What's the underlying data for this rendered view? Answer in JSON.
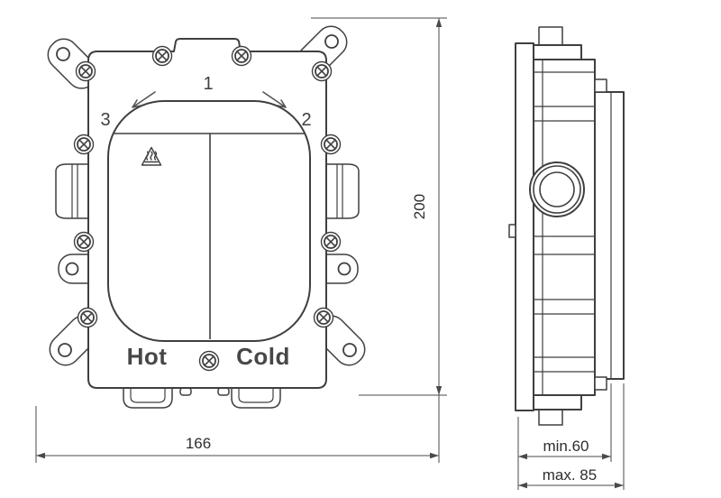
{
  "colors": {
    "line": "#3f3f3f",
    "dimension_line": "#4a4a4a",
    "background": "#ffffff"
  },
  "front_view": {
    "callout_1": "1",
    "callout_2": "2",
    "callout_3": "3",
    "hot_label": "Hot",
    "cold_label": "Cold",
    "icons": {
      "hot_surface_warning_icon": "⚠"
    }
  },
  "dimensions": {
    "width": "166",
    "height": "200",
    "depth_min": "min.60",
    "depth_max": "max. 85"
  }
}
